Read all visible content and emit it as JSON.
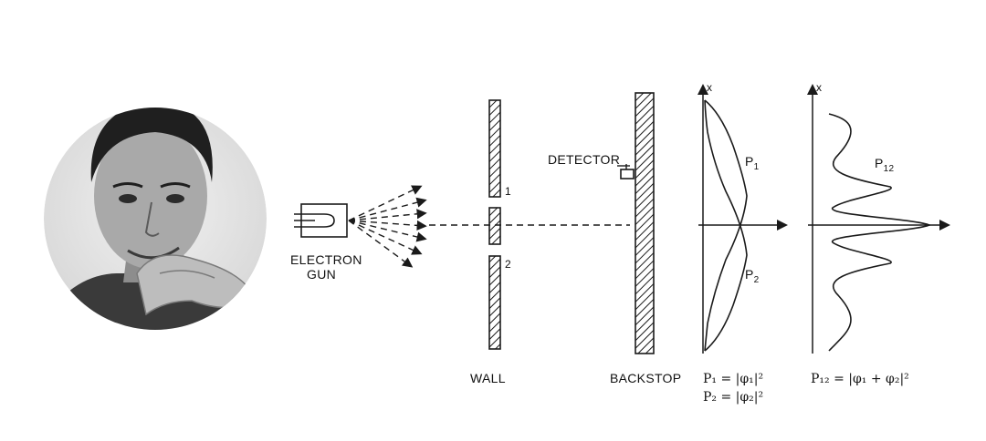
{
  "labels": {
    "electron_gun_line1": "ELECTRON",
    "electron_gun_line2": "GUN",
    "wall": "WALL",
    "backstop": "BACKSTOP",
    "detector": "DETECTOR",
    "slit_1": "1",
    "slit_2": "2",
    "axis_x_left": "x",
    "axis_x_right": "x",
    "p1": "P",
    "p1_sub": "1",
    "p2": "P",
    "p2_sub": "2",
    "p12": "P",
    "p12_sub": "12"
  },
  "equations": {
    "eq_p1": "P₁ = |φ₁|²",
    "eq_p2": "P₂ = |φ₂|²",
    "eq_p12": "P₁₂ = |φ₁ + φ₂|²"
  },
  "colors": {
    "ink": "#1a1a1a",
    "background": "#ffffff"
  }
}
